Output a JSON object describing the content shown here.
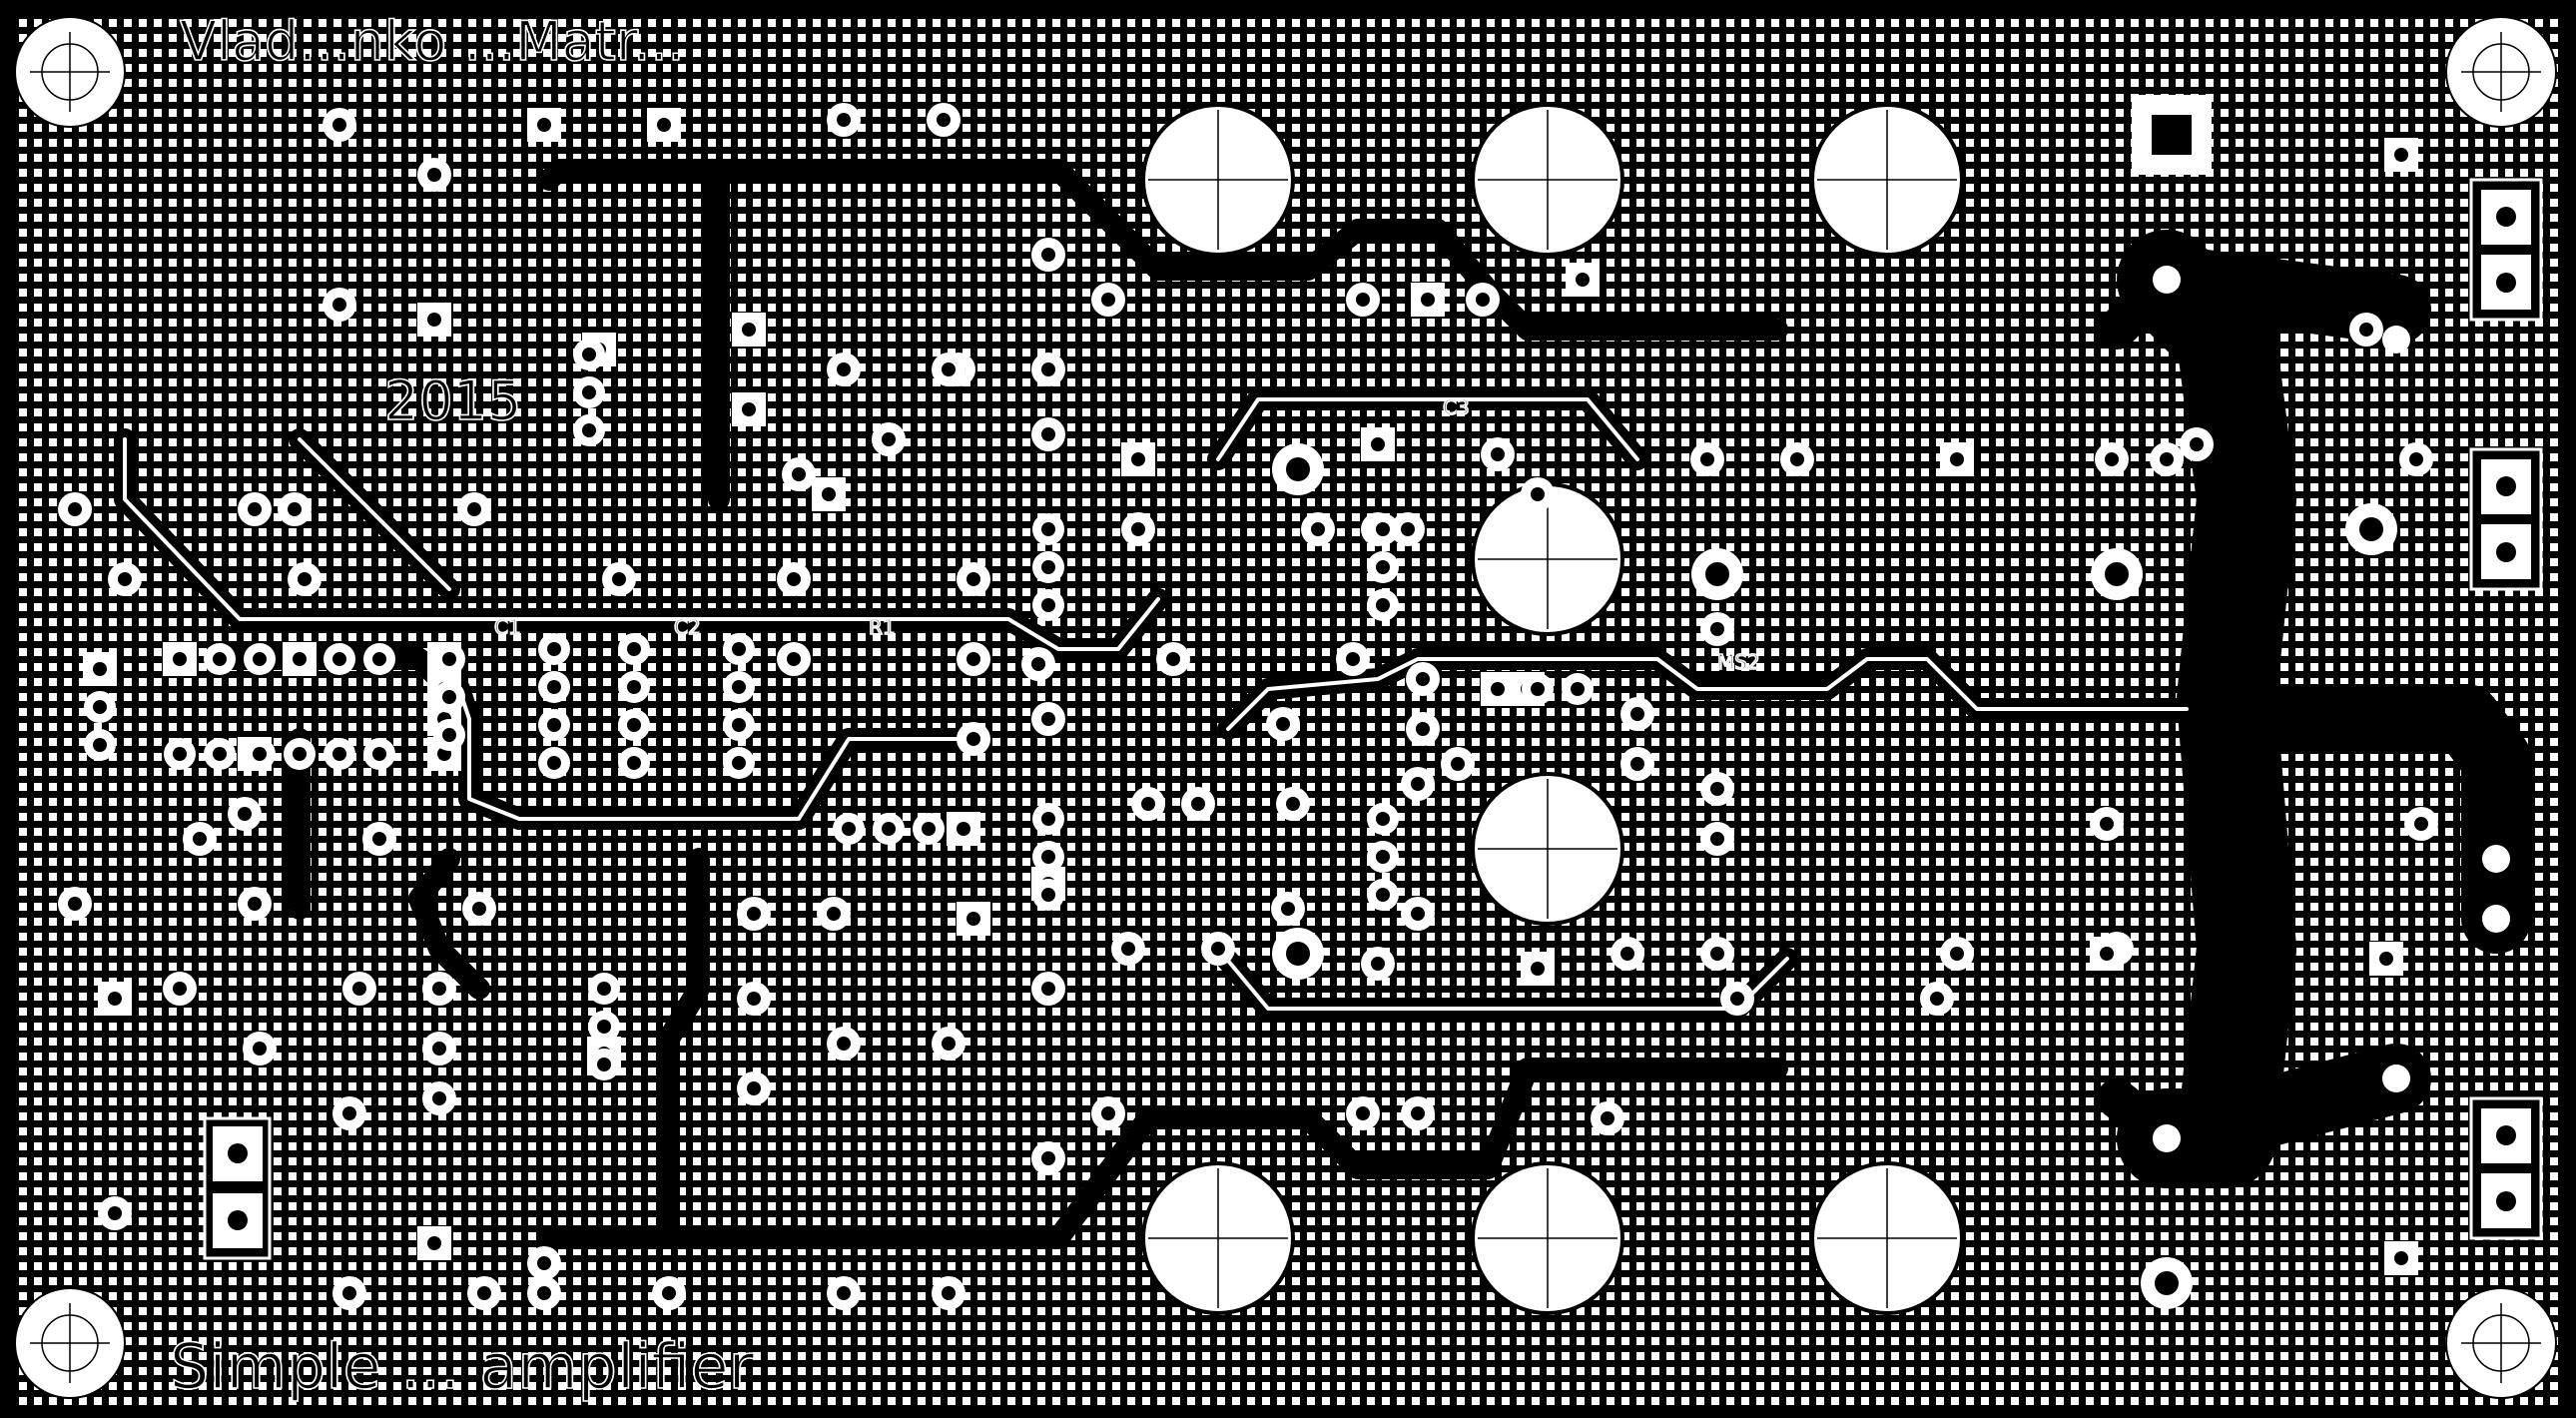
{
  "board": {
    "author_text": "Vlad...nko  ...Matr...",
    "year_text": "2015",
    "bottom_title": "Simple ... amplifier"
  },
  "colors": {
    "background": "#000000",
    "copper_pad": "#ffffff",
    "hole": "#000000",
    "trace": "#ffffff",
    "mounting_hole": "#ffffff"
  },
  "designators": {
    "c1": "C1",
    "c2": "C2",
    "r1": "R1",
    "ms2": "MS2",
    "c3": "C3"
  }
}
